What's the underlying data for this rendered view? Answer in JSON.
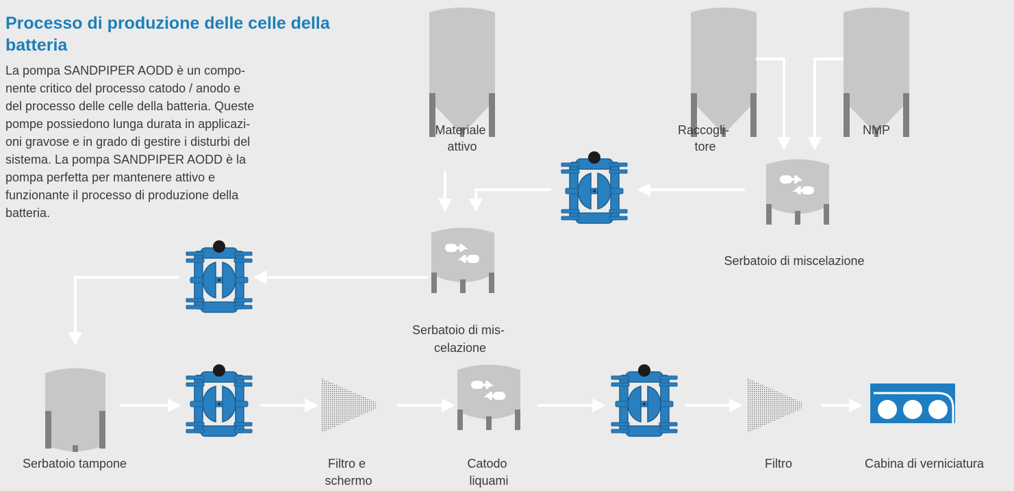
{
  "title": "Processo di produzione delle celle della batteria",
  "intro_lines": [
    "La pompa SANDPIPER AODD è un compo-",
    "nente critico del processo catodo / anodo e",
    "del processo delle celle della batteria. Queste",
    "pompe possiedono lunga durata in applicazi-",
    "oni gravose e  in grado di gestire i disturbi del",
    "sistema. La pompa SANDPIPER AODD è la",
    "pompa perfetta per mantenere attivo e",
    "funzionante il processo di produzione della",
    "batteria."
  ],
  "nodes": {
    "materiale_attivo": [
      "Materiale",
      "attivo"
    ],
    "raccoglitore": [
      "Raccogli-",
      "tore"
    ],
    "nmp": [
      "NMP"
    ],
    "serbatoio_miscelazione_1": [
      "Serbatoio di miscelazione"
    ],
    "serbatoio_miscelazione_2": [
      "Serbatoio di mis-",
      "celazione"
    ],
    "serbatoio_tampone": [
      "Serbatoio tampone"
    ],
    "filtro_schermo": [
      "Filtro e",
      "schermo"
    ],
    "catodo_liquami": [
      "Catodo",
      "liquami"
    ],
    "filtro": [
      "Filtro"
    ],
    "cabina_verniciatura": [
      "Cabina di verniciatura"
    ]
  },
  "colors": {
    "title": "#1d7fb8",
    "pump": "#2a7fbf",
    "pump_dark": "#1a5f92",
    "vessel": "#c7c7c7",
    "arrow": "#ffffff",
    "background": "#ebebeb",
    "booth": "#1e7dc0"
  }
}
